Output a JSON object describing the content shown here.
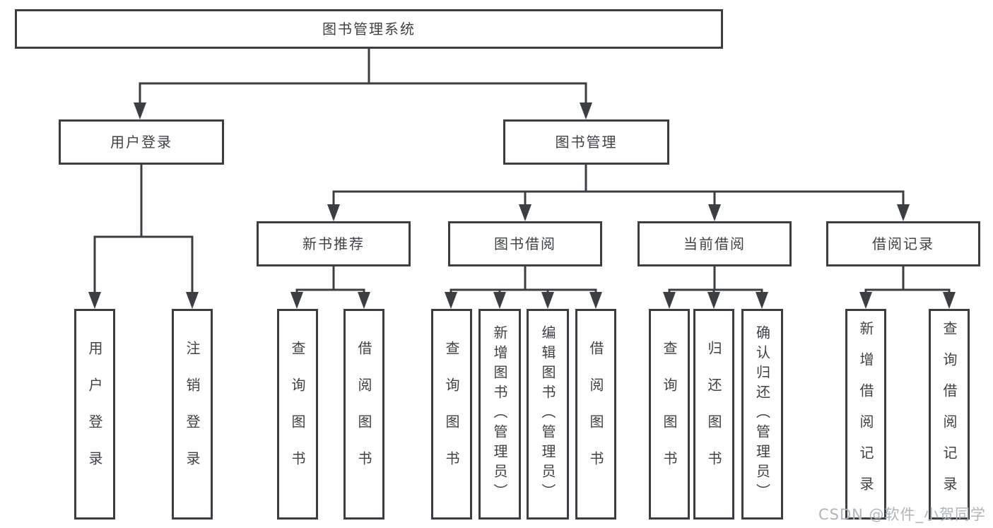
{
  "diagram": {
    "root": {
      "label": "图书管理系统"
    },
    "branches": [
      {
        "label": "用户登录",
        "children": [
          {
            "label": "用户登录"
          },
          {
            "label": "注销登录"
          }
        ]
      },
      {
        "label": "图书管理",
        "children": [
          {
            "label": "新书推荐",
            "children": [
              {
                "label": "查询图书"
              },
              {
                "label": "借阅图书"
              }
            ]
          },
          {
            "label": "图书借阅",
            "children": [
              {
                "label": "查询图书"
              },
              {
                "label": "新增图书（管理员）"
              },
              {
                "label": "编辑图书（管理员）"
              },
              {
                "label": "借阅图书"
              }
            ]
          },
          {
            "label": "当前借阅",
            "children": [
              {
                "label": "查询图书"
              },
              {
                "label": "归还图书"
              },
              {
                "label": "确认归还（管理员）"
              }
            ]
          },
          {
            "label": "借阅记录",
            "children": [
              {
                "label": "新增借阅记录"
              },
              {
                "label": "查询借阅记录"
              }
            ]
          }
        ]
      }
    ]
  },
  "watermark": {
    "text": "CSDN @软件_小贺同学"
  },
  "colors": {
    "line": "#3b3e42",
    "box_border": "#3b3e42",
    "text": "#3f4245",
    "watermark": "#b2b5b8",
    "background": "#ffffff"
  }
}
